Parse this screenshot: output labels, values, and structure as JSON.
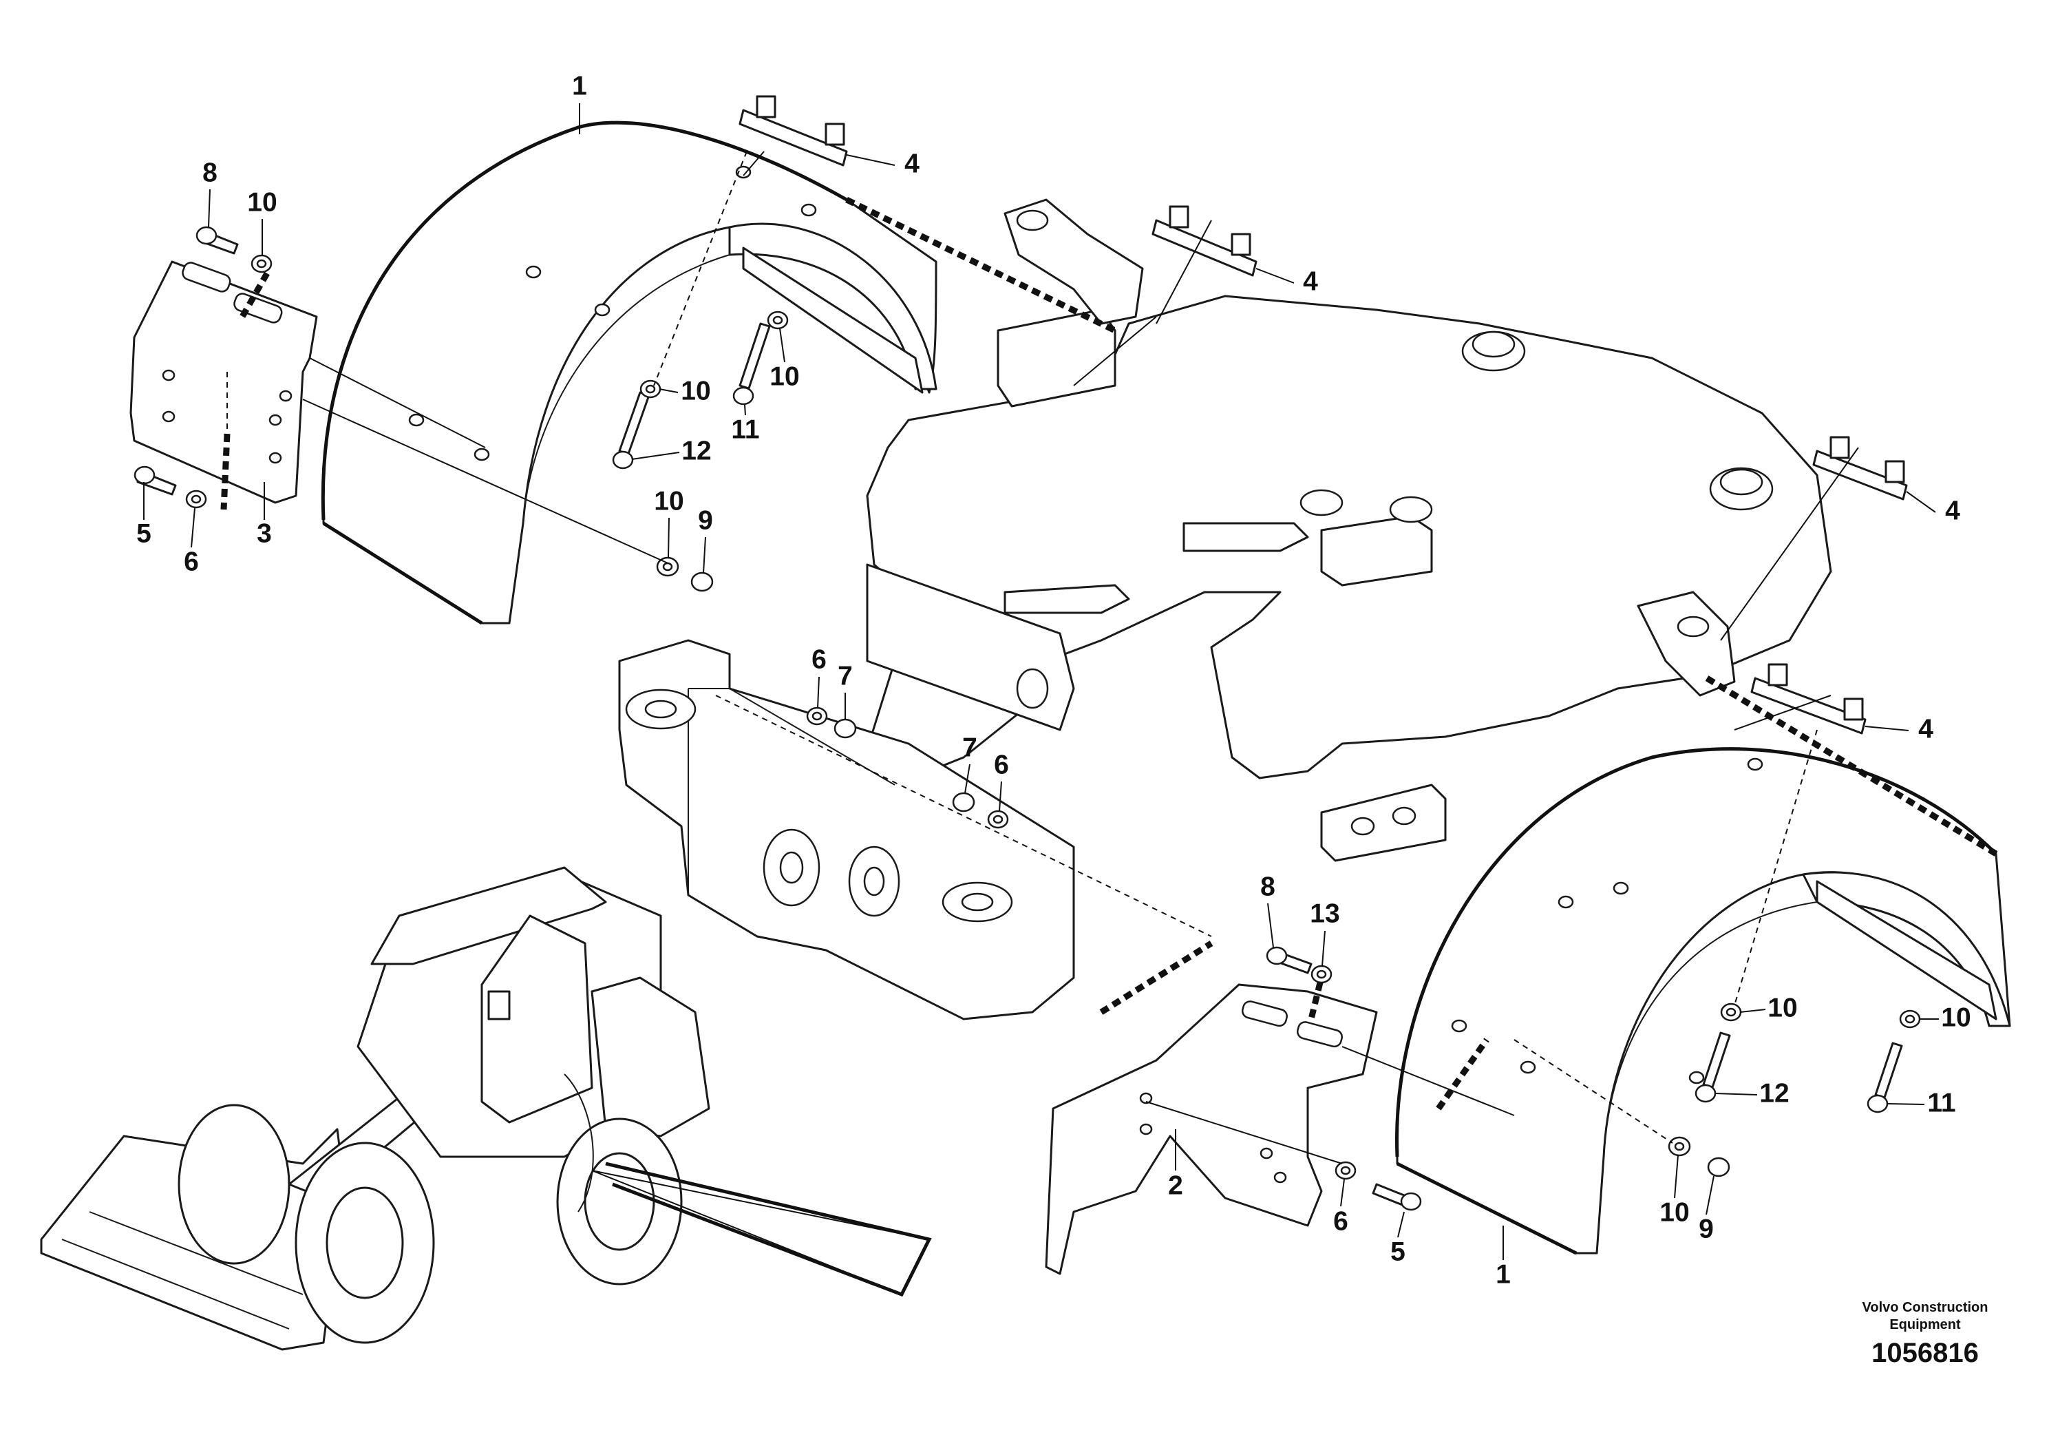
{
  "callouts": {
    "fender_top": "1",
    "fender_bottom": "1",
    "bracket_lower": "2",
    "bracket_left": "3",
    "plate_a": "4",
    "plate_b": "4",
    "plate_c": "4",
    "plate_d": "4",
    "screw_left": "5",
    "screw_bottom": "5",
    "washer_left": "6",
    "washer_mid_a": "6",
    "washer_mid_b": "6",
    "washer_bottom": "6",
    "nut_mid_a": "7",
    "nut_mid_b": "7",
    "bolt_left": "8",
    "bolt_bottom": "8",
    "nut_top": "9",
    "nut_bottom": "9",
    "washer_10_a": "10",
    "washer_10_b": "10",
    "washer_10_c": "10",
    "washer_10_d": "10",
    "washer_10_e": "10",
    "washer_10_f": "10",
    "washer_10_g": "10",
    "screw_11_top": "11",
    "screw_11_bottom": "11",
    "screw_12_top": "12",
    "screw_12_bottom": "12",
    "washer_13": "13"
  },
  "footer": {
    "line1": "Volvo Construction",
    "line2": "Equipment",
    "drawing_id": "1056816"
  },
  "colors": {
    "ink": "#111111",
    "background": "#ffffff"
  }
}
